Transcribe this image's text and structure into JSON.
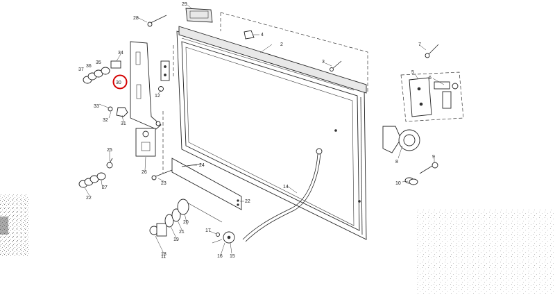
{
  "diagram": {
    "highlight_color": "#d40000",
    "callouts": {
      "c2": "2",
      "c3": "3",
      "c4": "4",
      "c5": "5",
      "c6": "6",
      "c7": "7",
      "c8": "8",
      "c9": "9",
      "c10": "10",
      "c11": "11",
      "c12": "12",
      "c14": "14",
      "c15": "15",
      "c16": "16",
      "c17": "17",
      "c18": "18",
      "c19": "19",
      "c20": "20",
      "c21": "21",
      "c22": "22",
      "c23": "23",
      "c24": "24",
      "c25": "25",
      "c26": "26",
      "c27": "27",
      "c28": "28",
      "c29": "29",
      "c30": "30",
      "c31": "31",
      "c32": "32",
      "c33": "33",
      "c34": "34",
      "c35": "35",
      "c36": "36",
      "c37": "37"
    }
  }
}
